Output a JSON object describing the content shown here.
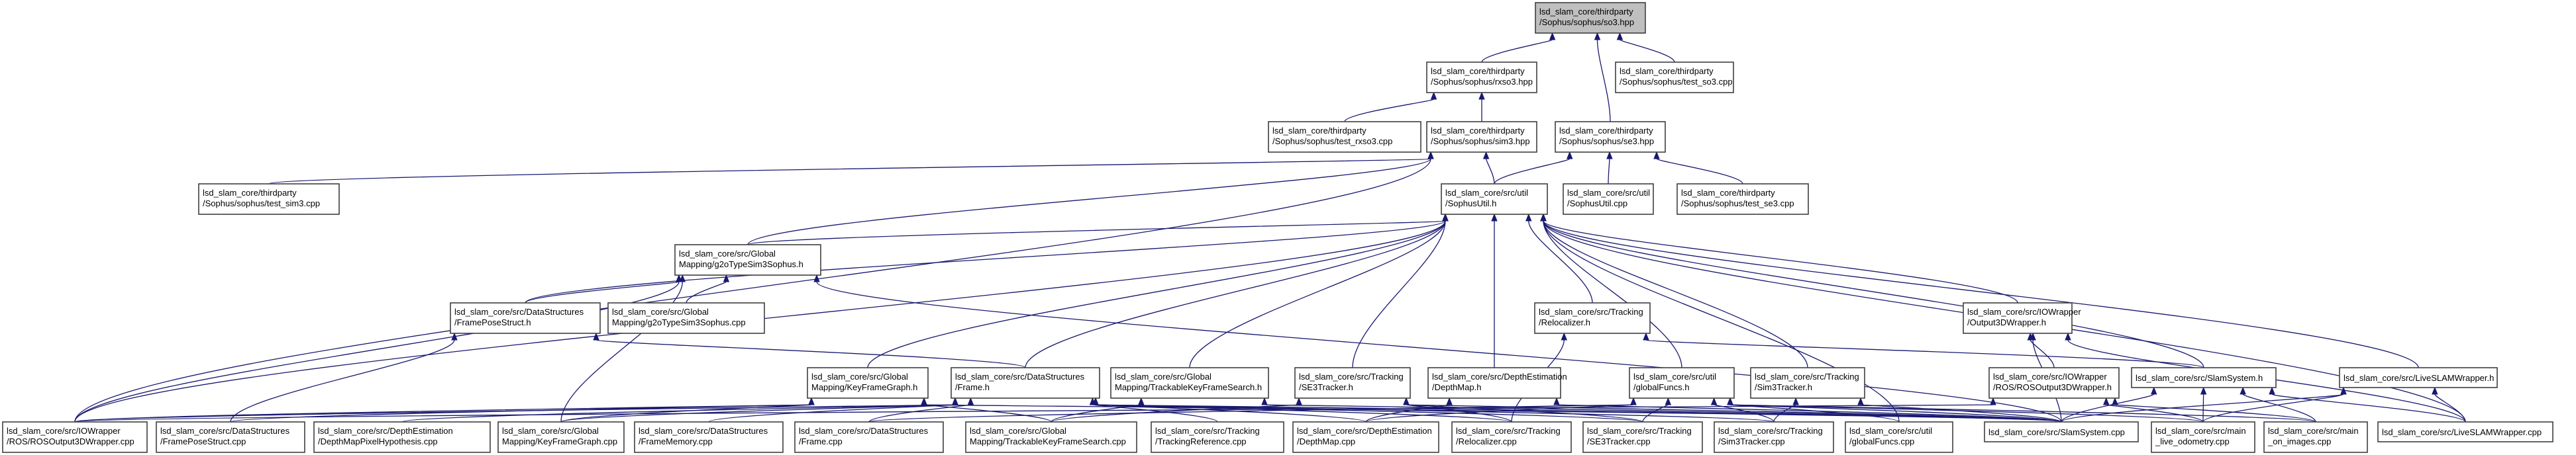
{
  "graph": {
    "nodes": [
      {
        "id": "sophus_so3_hpp",
        "lines": [
          "lsd_slam_core/thirdparty",
          "/Sophus/sophus/so3.hpp"
        ],
        "highlighted": true
      },
      {
        "id": "sophus_rxso3_hpp",
        "lines": [
          "lsd_slam_core/thirdparty",
          "/Sophus/sophus/rxso3.hpp"
        ]
      },
      {
        "id": "test_so3_cpp",
        "lines": [
          "lsd_slam_core/thirdparty",
          "/Sophus/sophus/test_so3.cpp"
        ]
      },
      {
        "id": "test_rxso3_cpp",
        "lines": [
          "lsd_slam_core/thirdparty",
          "/Sophus/sophus/test_rxso3.cpp"
        ]
      },
      {
        "id": "sophus_sim3_hpp",
        "lines": [
          "lsd_slam_core/thirdparty",
          "/Sophus/sophus/sim3.hpp"
        ]
      },
      {
        "id": "sophus_se3_hpp",
        "lines": [
          "lsd_slam_core/thirdparty",
          "/Sophus/sophus/se3.hpp"
        ]
      },
      {
        "id": "test_sim3_cpp",
        "lines": [
          "lsd_slam_core/thirdparty",
          "/Sophus/sophus/test_sim3.cpp"
        ]
      },
      {
        "id": "sophusutil_h",
        "lines": [
          "lsd_slam_core/src/util",
          "/SophusUtil.h"
        ]
      },
      {
        "id": "sophusutil_cpp",
        "lines": [
          "lsd_slam_core/src/util",
          "/SophusUtil.cpp"
        ]
      },
      {
        "id": "test_se3_cpp",
        "lines": [
          "lsd_slam_core/thirdparty",
          "/Sophus/sophus/test_se3.cpp"
        ]
      },
      {
        "id": "g2otypesim3sophus_h",
        "lines": [
          "lsd_slam_core/src/Global",
          "Mapping/g2oTypeSim3Sophus.h"
        ]
      },
      {
        "id": "frameposestruct_h",
        "lines": [
          "lsd_slam_core/src/DataStructures",
          "/FramePoseStruct.h"
        ]
      },
      {
        "id": "g2otypesim3sophus_cpp",
        "lines": [
          "lsd_slam_core/src/Global",
          "Mapping/g2oTypeSim3Sophus.cpp"
        ]
      },
      {
        "id": "relocalizer_h",
        "lines": [
          "lsd_slam_core/src/Tracking",
          "/Relocalizer.h"
        ]
      },
      {
        "id": "output3dwrapper_h",
        "lines": [
          "lsd_slam_core/src/IOWrapper",
          "/Output3DWrapper.h"
        ]
      },
      {
        "id": "keyframegraph_h",
        "lines": [
          "lsd_slam_core/src/Global",
          "Mapping/KeyFrameGraph.h"
        ]
      },
      {
        "id": "frame_h",
        "lines": [
          "lsd_slam_core/src/DataStructures",
          "/Frame.h"
        ]
      },
      {
        "id": "trackablekeyframesearch_h",
        "lines": [
          "lsd_slam_core/src/Global",
          "Mapping/TrackableKeyFrameSearch.h"
        ]
      },
      {
        "id": "se3tracker_h",
        "lines": [
          "lsd_slam_core/src/Tracking",
          "/SE3Tracker.h"
        ]
      },
      {
        "id": "depthmap_h",
        "lines": [
          "lsd_slam_core/src/DepthEstimation",
          "/DepthMap.h"
        ]
      },
      {
        "id": "globalfuncs_h",
        "lines": [
          "lsd_slam_core/src/util",
          "/globalFuncs.h"
        ]
      },
      {
        "id": "sim3tracker_h",
        "lines": [
          "lsd_slam_core/src/Tracking",
          "/Sim3Tracker.h"
        ]
      },
      {
        "id": "rosoutput3dwrapper_h",
        "lines": [
          "lsd_slam_core/src/IOWrapper",
          "/ROS/ROSOutput3DWrapper.h"
        ]
      },
      {
        "id": "slamsystem_h",
        "lines": [
          "lsd_slam_core/src/SlamSystem.h"
        ]
      },
      {
        "id": "liveslamwrapper_h",
        "lines": [
          "lsd_slam_core/src/LiveSLAMWrapper.h"
        ]
      },
      {
        "id": "rosoutput3dwrapper_cpp",
        "lines": [
          "lsd_slam_core/src/IOWrapper",
          "/ROS/ROSOutput3DWrapper.cpp"
        ]
      },
      {
        "id": "frameposestruct_cpp",
        "lines": [
          "lsd_slam_core/src/DataStructures",
          "/FramePoseStruct.cpp"
        ]
      },
      {
        "id": "depthmappixelhypothesis_cpp",
        "lines": [
          "lsd_slam_core/src/DepthEstimation",
          "/DepthMapPixelHypothesis.cpp"
        ]
      },
      {
        "id": "keyframegraph_cpp",
        "lines": [
          "lsd_slam_core/src/Global",
          "Mapping/KeyFrameGraph.cpp"
        ]
      },
      {
        "id": "framememory_cpp",
        "lines": [
          "lsd_slam_core/src/DataStructures",
          "/FrameMemory.cpp"
        ]
      },
      {
        "id": "frame_cpp",
        "lines": [
          "lsd_slam_core/src/DataStructures",
          "/Frame.cpp"
        ]
      },
      {
        "id": "trackablekeyframesearch_cpp",
        "lines": [
          "lsd_slam_core/src/Global",
          "Mapping/TrackableKeyFrameSearch.cpp"
        ]
      },
      {
        "id": "trackingreference_cpp",
        "lines": [
          "lsd_slam_core/src/Tracking",
          "/TrackingReference.cpp"
        ]
      },
      {
        "id": "depthmap_cpp",
        "lines": [
          "lsd_slam_core/src/DepthEstimation",
          "/DepthMap.cpp"
        ]
      },
      {
        "id": "relocalizer_cpp",
        "lines": [
          "lsd_slam_core/src/Tracking",
          "/Relocalizer.cpp"
        ]
      },
      {
        "id": "se3tracker_cpp",
        "lines": [
          "lsd_slam_core/src/Tracking",
          "/SE3Tracker.cpp"
        ]
      },
      {
        "id": "sim3tracker_cpp",
        "lines": [
          "lsd_slam_core/src/Tracking",
          "/Sim3Tracker.cpp"
        ]
      },
      {
        "id": "globalfuncs_cpp",
        "lines": [
          "lsd_slam_core/src/util",
          "/globalFuncs.cpp"
        ]
      },
      {
        "id": "slamsystem_cpp",
        "lines": [
          "lsd_slam_core/src/SlamSystem.cpp"
        ]
      },
      {
        "id": "live_odometry_cpp",
        "lines": [
          "lsd_slam_core/src/main",
          "_live_odometry.cpp"
        ]
      },
      {
        "id": "on_images_cpp",
        "lines": [
          "lsd_slam_core/src/main",
          "_on_images.cpp"
        ]
      },
      {
        "id": "liveslamwrapper_cpp",
        "lines": [
          "lsd_slam_core/src/LiveSLAMWrapper.cpp"
        ]
      }
    ],
    "edges": [
      [
        "sophus_so3_hpp",
        "sophus_rxso3_hpp"
      ],
      [
        "sophus_so3_hpp",
        "test_so3_cpp"
      ],
      [
        "sophus_so3_hpp",
        "sophus_se3_hpp"
      ],
      [
        "sophus_rxso3_hpp",
        "test_rxso3_cpp"
      ],
      [
        "sophus_rxso3_hpp",
        "sophus_sim3_hpp"
      ],
      [
        "sophus_sim3_hpp",
        "test_sim3_cpp"
      ],
      [
        "sophus_sim3_hpp",
        "sophusutil_h"
      ],
      [
        "sophus_sim3_hpp",
        "g2otypesim3sophus_h"
      ],
      [
        "sophus_sim3_hpp",
        "rosoutput3dwrapper_cpp"
      ],
      [
        "sophus_se3_hpp",
        "sophusutil_h"
      ],
      [
        "sophus_se3_hpp",
        "sophusutil_cpp"
      ],
      [
        "sophus_se3_hpp",
        "test_se3_cpp"
      ],
      [
        "sophusutil_h",
        "g2otypesim3sophus_h"
      ],
      [
        "sophusutil_h",
        "frameposestruct_h"
      ],
      [
        "sophusutil_h",
        "relocalizer_h"
      ],
      [
        "sophusutil_h",
        "output3dwrapper_h"
      ],
      [
        "sophusutil_h",
        "keyframegraph_h"
      ],
      [
        "sophusutil_h",
        "frame_h"
      ],
      [
        "sophusutil_h",
        "trackablekeyframesearch_h"
      ],
      [
        "sophusutil_h",
        "se3tracker_h"
      ],
      [
        "sophusutil_h",
        "depthmap_h"
      ],
      [
        "sophusutil_h",
        "globalfuncs_h"
      ],
      [
        "sophusutil_h",
        "sim3tracker_h"
      ],
      [
        "sophusutil_h",
        "slamsystem_h"
      ],
      [
        "sophusutil_h",
        "liveslamwrapper_h"
      ],
      [
        "sophusutil_h",
        "globalfuncs_cpp"
      ],
      [
        "sophusutil_h",
        "liveslamwrapper_cpp"
      ],
      [
        "sophusutil_h",
        "rosoutput3dwrapper_cpp"
      ],
      [
        "g2otypesim3sophus_h",
        "frameposestruct_h"
      ],
      [
        "g2otypesim3sophus_h",
        "g2otypesim3sophus_cpp"
      ],
      [
        "g2otypesim3sophus_h",
        "keyframegraph_cpp"
      ],
      [
        "g2otypesim3sophus_h",
        "slamsystem_cpp"
      ],
      [
        "g2otypesim3sophus_h",
        "rosoutput3dwrapper_cpp"
      ],
      [
        "frameposestruct_h",
        "frame_h"
      ],
      [
        "frameposestruct_h",
        "frameposestruct_cpp"
      ],
      [
        "relocalizer_h",
        "slamsystem_h"
      ],
      [
        "relocalizer_h",
        "relocalizer_cpp"
      ],
      [
        "output3dwrapper_h",
        "rosoutput3dwrapper_h"
      ],
      [
        "output3dwrapper_h",
        "slamsystem_cpp"
      ],
      [
        "output3dwrapper_h",
        "liveslamwrapper_cpp"
      ],
      [
        "keyframegraph_h",
        "rosoutput3dwrapper_cpp"
      ],
      [
        "keyframegraph_h",
        "frameposestruct_cpp"
      ],
      [
        "keyframegraph_h",
        "keyframegraph_cpp"
      ],
      [
        "keyframegraph_h",
        "trackablekeyframesearch_cpp"
      ],
      [
        "keyframegraph_h",
        "slamsystem_cpp"
      ],
      [
        "frame_h",
        "rosoutput3dwrapper_cpp"
      ],
      [
        "frame_h",
        "depthmappixelhypothesis_cpp"
      ],
      [
        "frame_h",
        "keyframegraph_cpp"
      ],
      [
        "frame_h",
        "framememory_cpp"
      ],
      [
        "frame_h",
        "frame_cpp"
      ],
      [
        "frame_h",
        "trackingreference_cpp"
      ],
      [
        "frame_h",
        "depthmap_cpp"
      ],
      [
        "frame_h",
        "relocalizer_cpp"
      ],
      [
        "frame_h",
        "se3tracker_cpp"
      ],
      [
        "frame_h",
        "sim3tracker_cpp"
      ],
      [
        "frame_h",
        "slamsystem_cpp"
      ],
      [
        "trackablekeyframesearch_h",
        "trackablekeyframesearch_cpp"
      ],
      [
        "trackablekeyframesearch_h",
        "slamsystem_cpp"
      ],
      [
        "se3tracker_h",
        "trackablekeyframesearch_cpp"
      ],
      [
        "se3tracker_h",
        "relocalizer_cpp"
      ],
      [
        "se3tracker_h",
        "se3tracker_cpp"
      ],
      [
        "se3tracker_h",
        "slamsystem_cpp"
      ],
      [
        "depthmap_h",
        "depthmap_cpp"
      ],
      [
        "depthmap_h",
        "slamsystem_cpp"
      ],
      [
        "globalfuncs_h",
        "frame_cpp"
      ],
      [
        "globalfuncs_h",
        "depthmap_cpp"
      ],
      [
        "globalfuncs_h",
        "se3tracker_cpp"
      ],
      [
        "globalfuncs_h",
        "sim3tracker_cpp"
      ],
      [
        "globalfuncs_h",
        "globalfuncs_cpp"
      ],
      [
        "globalfuncs_h",
        "slamsystem_cpp"
      ],
      [
        "globalfuncs_h",
        "live_odometry_cpp"
      ],
      [
        "globalfuncs_h",
        "on_images_cpp"
      ],
      [
        "sim3tracker_h",
        "sim3tracker_cpp"
      ],
      [
        "sim3tracker_h",
        "slamsystem_cpp"
      ],
      [
        "rosoutput3dwrapper_h",
        "rosoutput3dwrapper_cpp"
      ],
      [
        "rosoutput3dwrapper_h",
        "live_odometry_cpp"
      ],
      [
        "rosoutput3dwrapper_h",
        "on_images_cpp"
      ],
      [
        "slamsystem_h",
        "slamsystem_cpp"
      ],
      [
        "slamsystem_h",
        "live_odometry_cpp"
      ],
      [
        "slamsystem_h",
        "on_images_cpp"
      ],
      [
        "slamsystem_h",
        "liveslamwrapper_cpp"
      ],
      [
        "liveslamwrapper_h",
        "live_odometry_cpp"
      ],
      [
        "liveslamwrapper_h",
        "liveslamwrapper_cpp"
      ],
      [
        "liveslamwrapper_h",
        "slamsystem_cpp"
      ]
    ]
  }
}
